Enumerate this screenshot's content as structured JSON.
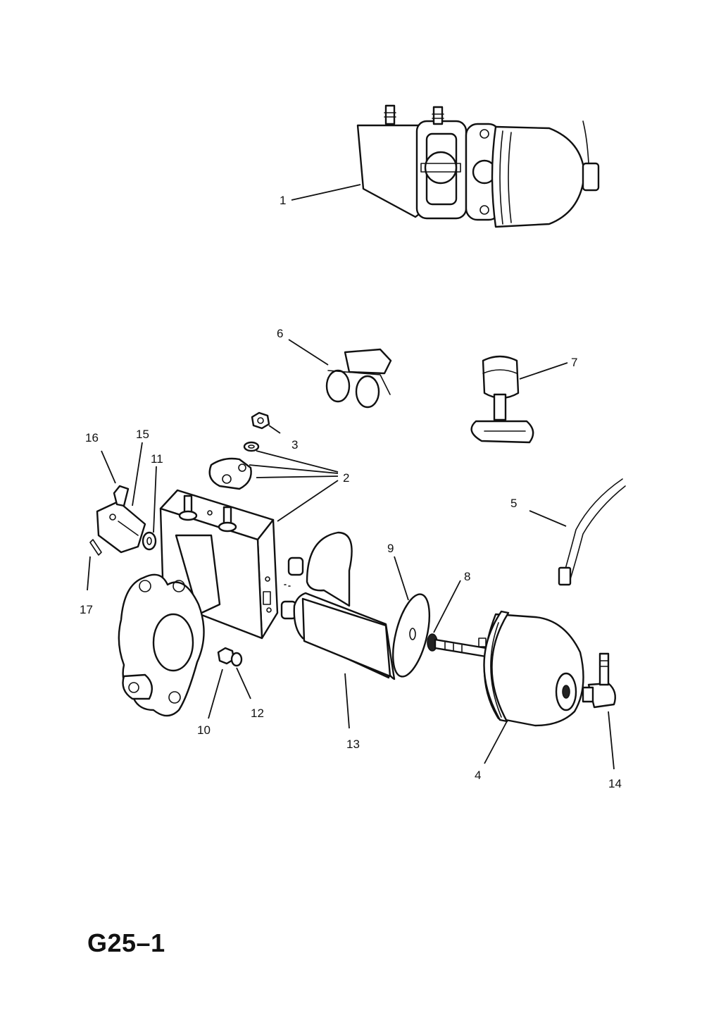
{
  "diagram": {
    "page_code": "G25–1",
    "callouts": {
      "c1": "1",
      "c2": "2",
      "c3": "3",
      "c4": "4",
      "c5": "5",
      "c6": "6",
      "c7": "7",
      "c8": "8",
      "c9": "9",
      "c10": "10",
      "c11": "11",
      "c12": "12",
      "c13": "13",
      "c14": "14",
      "c15": "15",
      "c16": "16",
      "c17": "17"
    }
  }
}
